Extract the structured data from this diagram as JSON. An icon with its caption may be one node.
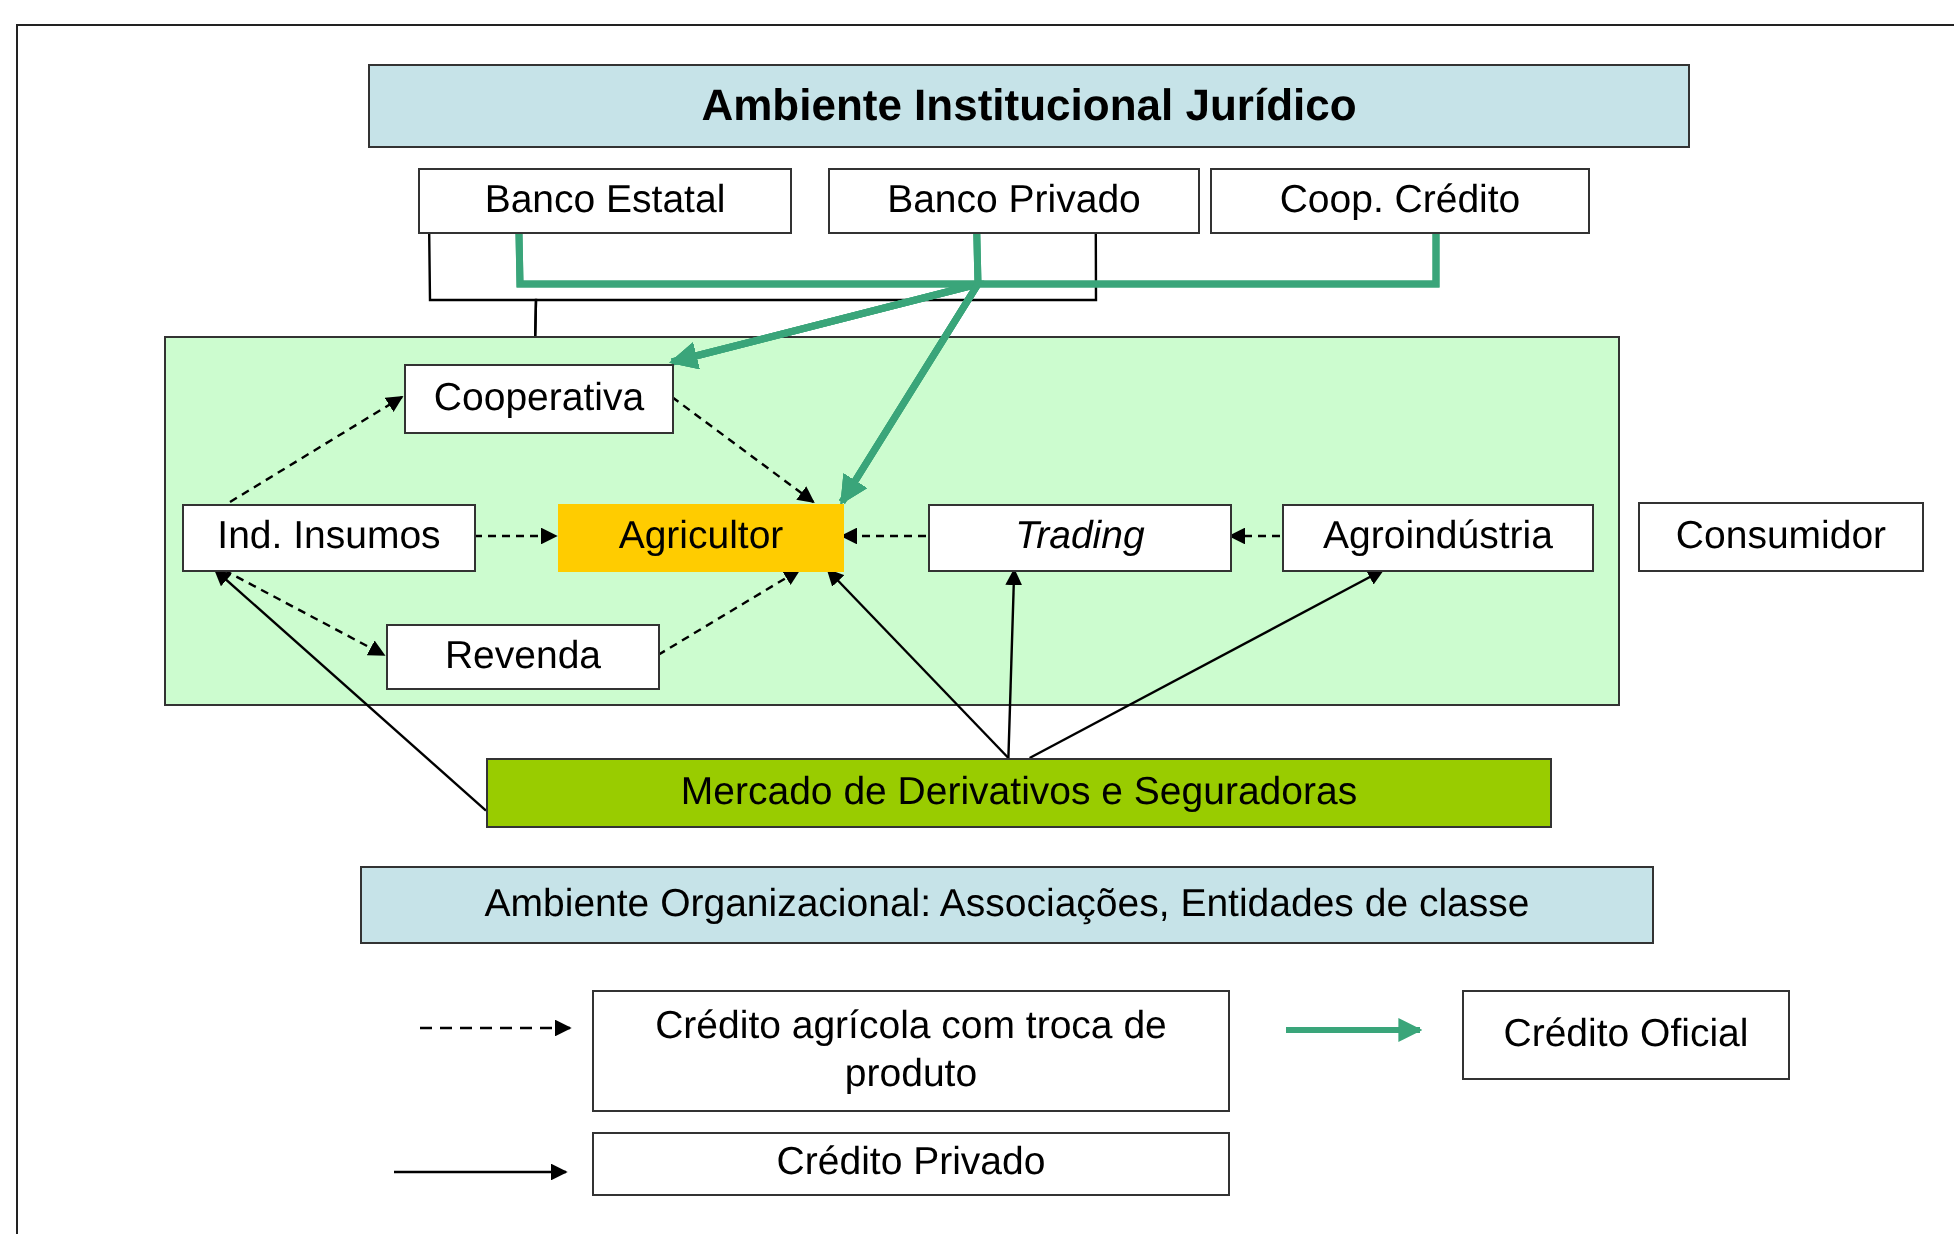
{
  "diagram": {
    "nodes": [
      {
        "text": [
          "Ambiente Institucional Jurídico"
        ]
      },
      {
        "text": [
          "Banco Estatal"
        ]
      },
      {
        "text": [
          "Banco Privado"
        ]
      },
      {
        "text": [
          "Coop. Crédito"
        ]
      },
      {
        "text": [],
        "shape": "box"
      },
      {
        "text": [
          "Cooperativa"
        ],
        "in": 4
      },
      {
        "text": [
          "Ind. Insumos"
        ],
        "in": 4
      },
      {
        "text": [
          "Agricultor"
        ],
        "in": 4
      },
      {
        "text": [
          "Trading"
        ],
        "in": 4
      },
      {
        "text": [
          "Agroindústria"
        ],
        "in": 4
      },
      {
        "text": [
          "Revenda"
        ],
        "in": 4
      },
      {
        "text": [
          "Consumidor"
        ]
      },
      {
        "text": [
          "Mercado de Derivativos e Seguradoras"
        ]
      },
      {
        "text": [
          "Ambiente Organizacional: Associações, Entidades de classe"
        ]
      }
    ],
    "edges": [
      {
        "from": 1,
        "to": 4,
        "arrow": "none"
      },
      {
        "from": 2,
        "to": 4,
        "arrow": "none"
      },
      {
        "from": 1,
        "to": 5,
        "arrow": "to",
        "style": "thick",
        "color": "#3aa57a"
      },
      {
        "from": 2,
        "to": 5,
        "arrow": "to",
        "style": "thick",
        "color": "#3aa57a"
      },
      {
        "from": 3,
        "to": 5,
        "arrow": "to",
        "style": "thick",
        "color": "#3aa57a"
      },
      {
        "from": 1,
        "to": 7,
        "arrow": "to",
        "style": "thick",
        "color": "#3aa57a"
      },
      {
        "from": 2,
        "to": 7,
        "arrow": "to",
        "style": "thick",
        "color": "#3aa57a"
      },
      {
        "from": 3,
        "to": 7,
        "arrow": "to",
        "style": "thick",
        "color": "#3aa57a"
      },
      {
        "from": 6,
        "to": 5,
        "arrow": "to",
        "style": "dashed"
      },
      {
        "from": 6,
        "to": 7,
        "arrow": "to",
        "style": "dashed"
      },
      {
        "from": 6,
        "to": 10,
        "arrow": "to",
        "style": "dashed"
      },
      {
        "from": 5,
        "to": 7,
        "arrow": "to",
        "style": "dashed"
      },
      {
        "from": 10,
        "to": 7,
        "arrow": "to",
        "style": "dashed"
      },
      {
        "from": 8,
        "to": 7,
        "arrow": "to",
        "style": "dashed"
      },
      {
        "from": 9,
        "to": 8,
        "arrow": "to",
        "style": "dashed"
      },
      {
        "from": 12,
        "to": 6,
        "arrow": "to"
      },
      {
        "from": 12,
        "to": 7,
        "arrow": "to"
      },
      {
        "from": 12,
        "to": 8,
        "arrow": "to"
      },
      {
        "from": 12,
        "to": 9,
        "arrow": "to"
      }
    ],
    "legend": [
      {
        "text": "Crédito agrícola com troca de produto"
      },
      {
        "text": "Crédito Oficial"
      },
      {
        "text": "Crédito Privado"
      }
    ]
  }
}
